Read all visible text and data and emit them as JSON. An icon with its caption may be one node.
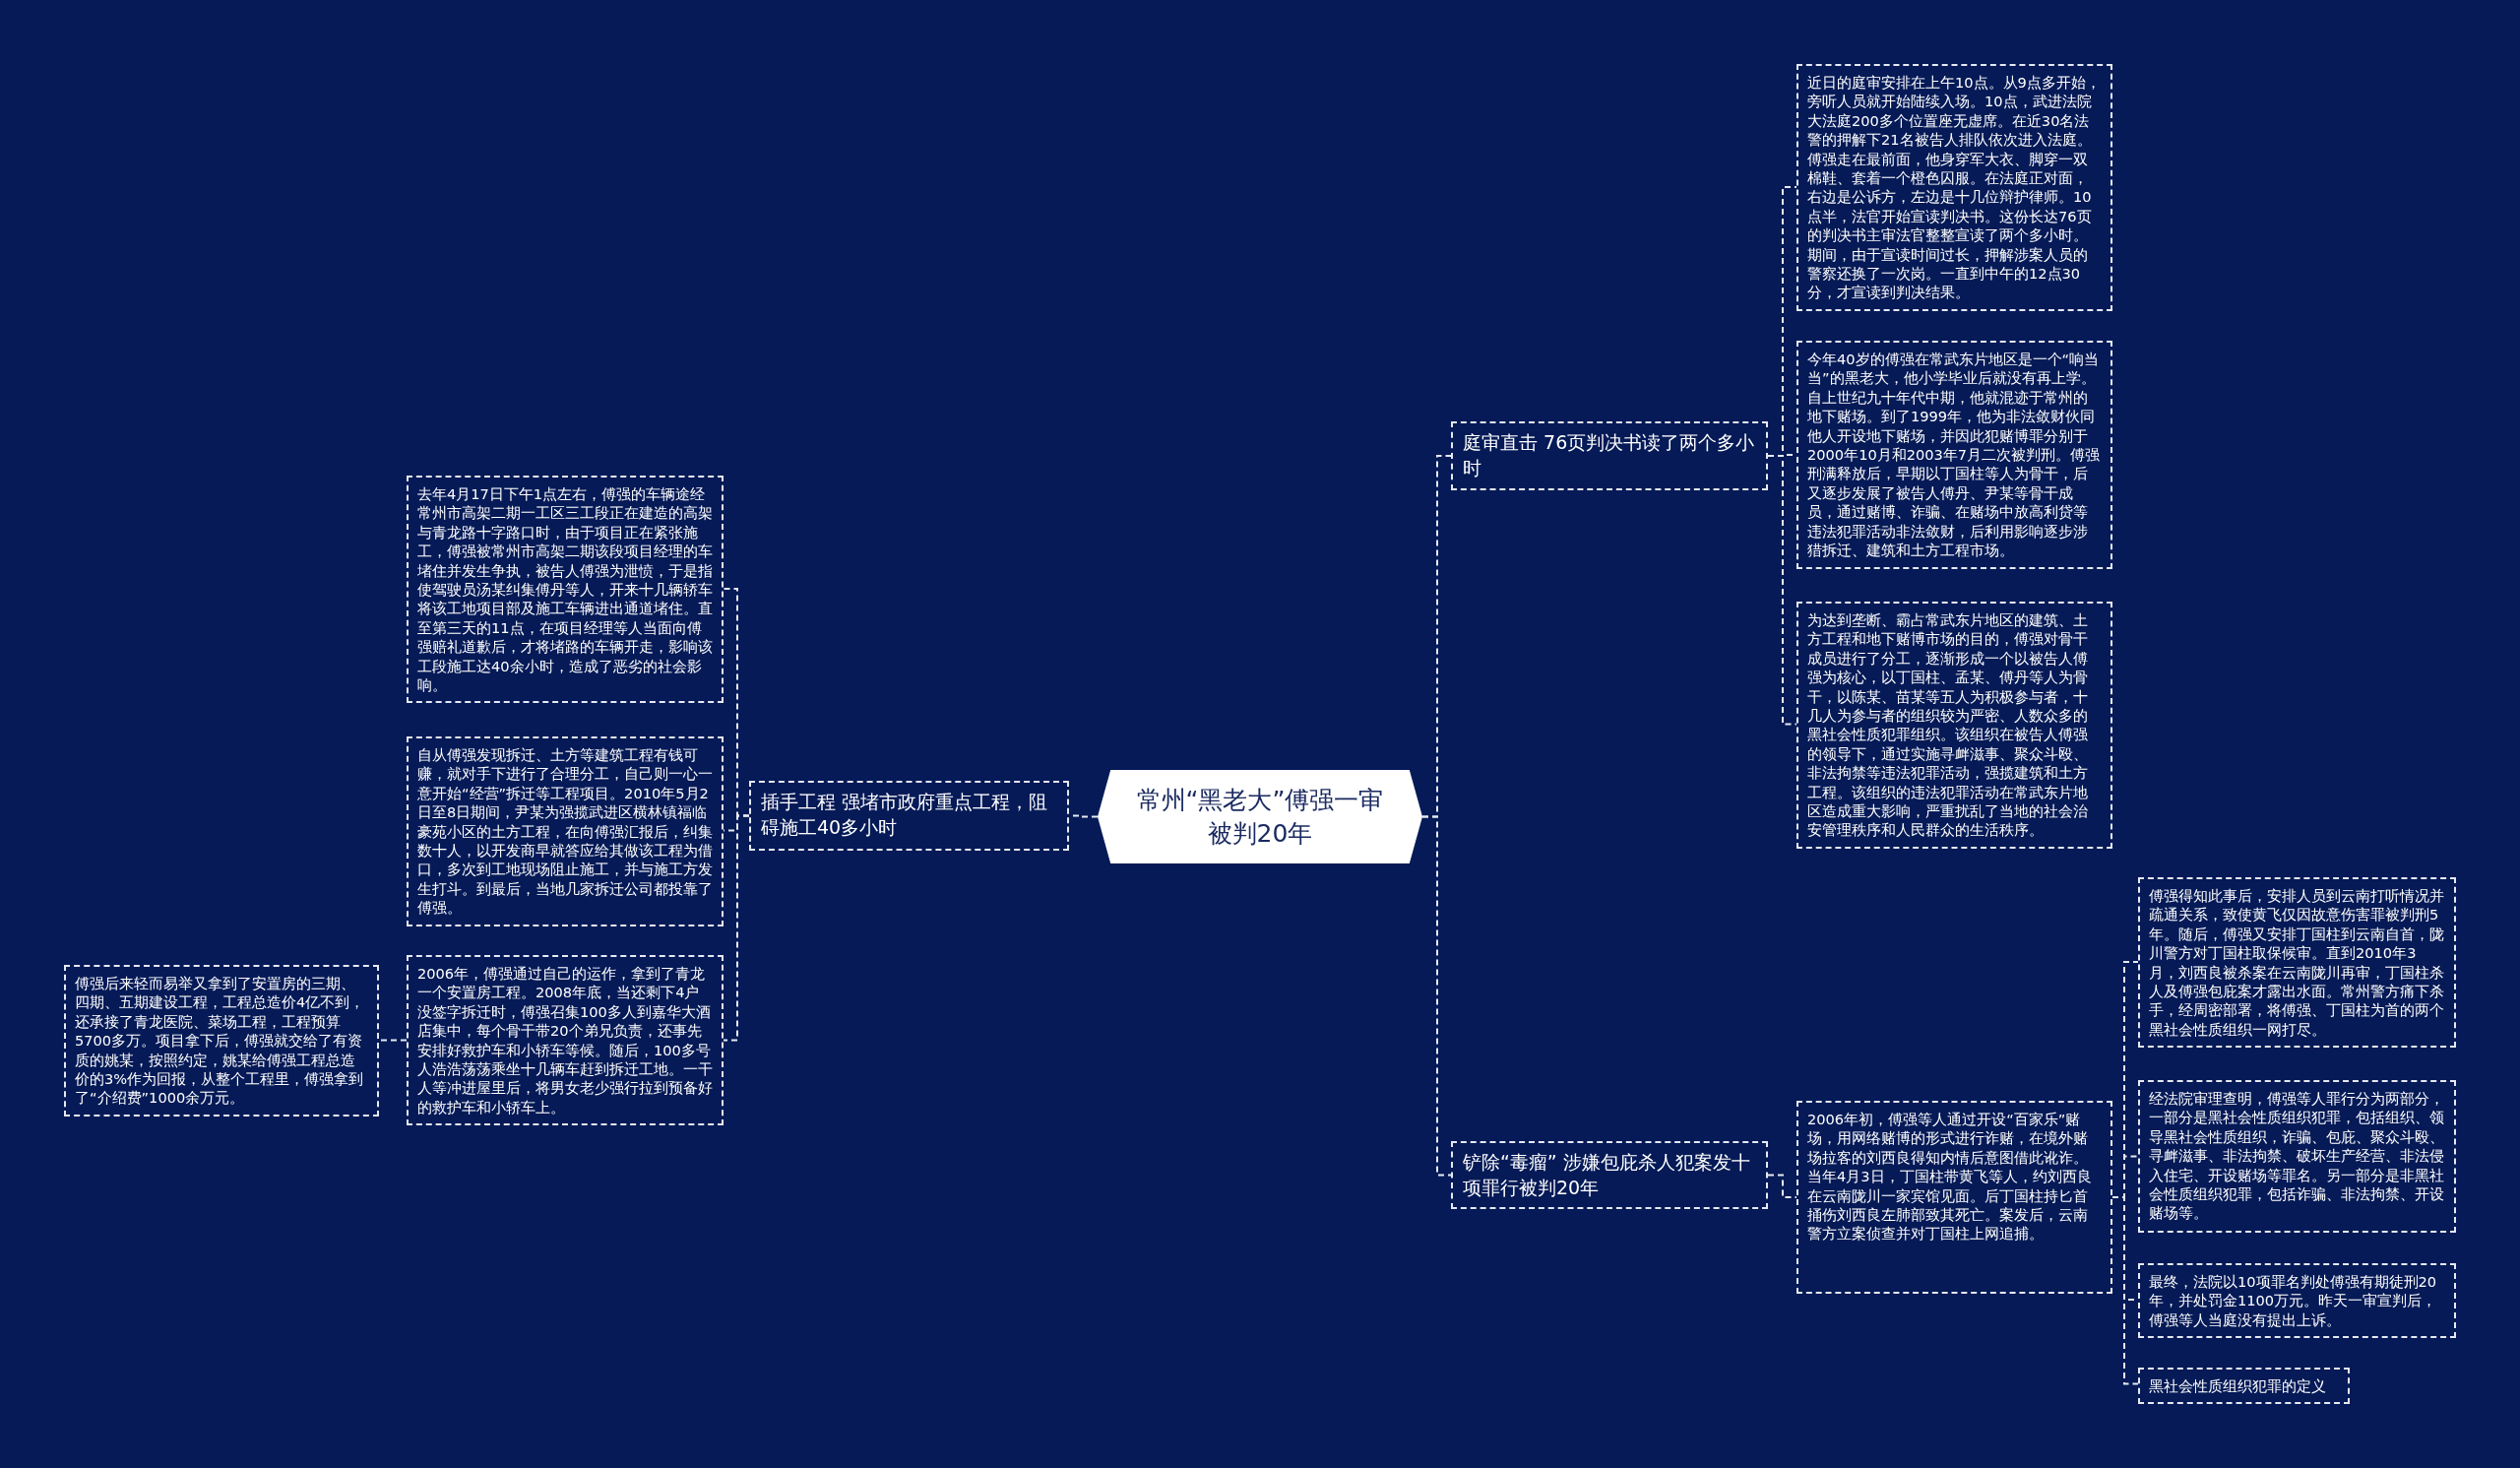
{
  "diagram": {
    "nodes": [
      {
        "text": [
          "常州“黑老大”傅强一审被判20年"
        ]
      },
      {
        "text": [
          "庭审直击 76页判决书读了两个多小时"
        ]
      },
      {
        "text": [
          "近日的庭审安排在上午10点。从9点多开始，旁听人员就开始陆续入场。10点，武进法院大法庭200多个位置座无虚席。在近30名法警的押解下21名被告人排队依次进入法庭。傅强走在最前面，他身穿军大衣、脚穿一双棉鞋、套着一个橙色囚服。在法庭正对面，右边是公诉方，左边是十几位辩护律师。10点半，法官开始宣读判决书。这份长达76页的判决书主审法官整整宣读了两个多小时。期间，由于宣读时间过长，押解涉案人员的警察还换了一次岗。一直到中午的12点30分，才宣读到判决结果。"
        ]
      },
      {
        "text": [
          "今年40岁的傅强在常武东片地区是一个“响当当”的黑老大，他小学毕业后就没有再上学。自上世纪九十年代中期，他就混迹于常州的地下赌场。到了1999年，他为非法敛财伙同他人开设地下赌场，并因此犯赌博罪分别于2000年10月和2003年7月二次被判刑。傅强刑满释放后，早期以丁国柱等人为骨干，后又逐步发展了被告人傅丹、尹某等骨干成员，通过赌博、诈骗、在赌场中放高利贷等违法犯罪活动非法敛财，后利用影响逐步涉猎拆迁、建筑和土方工程市场。"
        ]
      },
      {
        "text": [
          "为达到垄断、霸占常武东片地区的建筑、土方工程和地下赌博市场的目的，傅强对骨干成员进行了分工，逐渐形成一个以被告人傅强为核心，以丁国柱、孟某、傅丹等人为骨干，以陈某、苗某等五人为积极参与者，十几人为参与者的组织较为严密、人数众多的黑社会性质犯罪组织。该组织在被告人傅强的领导下，通过实施寻衅滋事、聚众斗殴、非法拘禁等违法犯罪活动，强揽建筑和土方工程。该组织的违法犯罪活动在常武东片地区造成重大影响，严重扰乱了当地的社会治安管理秩序和人民群众的生活秩序。"
        ]
      },
      {
        "text": [
          "铲除“毒瘤” 涉嫌包庇杀人犯案发十项罪行被判20年"
        ]
      },
      {
        "text": [
          "2006年初，傅强等人通过开设“百家乐”赌场，用网络赌博的形式进行诈赌，在境外赌场拉客的刘西良得知内情后意图借此讹诈。当年4月3日，丁国柱带黄飞等人，约刘西良在云南陇川一家宾馆见面。后丁国柱持匕首捅伤刘西良左肺部致其死亡。案发后，云南警方立案侦查并对丁国柱上网追捕。"
        ]
      },
      {
        "text": [
          "傅强得知此事后，安排人员到云南打听情况并疏通关系，致使黄飞仅因故意伤害罪被判刑5年。随后，傅强又安排丁国柱到云南自首，陇川警方对丁国柱取保候审。直到2010年3月，刘西良被杀案在云南陇川再审，丁国柱杀人及傅强包庇案才露出水面。常州警方痛下杀手，经周密部署，将傅强、丁国柱为首的两个黑社会性质组织一网打尽。"
        ]
      },
      {
        "text": [
          "经法院审理查明，傅强等人罪行分为两部分，一部分是黑社会性质组织犯罪，包括组织、领导黑社会性质组织，诈骗、包庇、聚众斗殴、寻衅滋事、非法拘禁、破坏生产经营、非法侵入住宅、开设赌场等罪名。另一部分是非黑社会性质组织犯罪，包括诈骗、非法拘禁、开设赌场等。"
        ]
      },
      {
        "text": [
          "最终，法院以10项罪名判处傅强有期徒刑20年，并处罚金1100万元。昨天一审宣判后，傅强等人当庭没有提出上诉。"
        ]
      },
      {
        "text": [
          "黑社会性质组织犯罪的定义"
        ]
      },
      {
        "text": [
          "插手工程 强堵市政府重点工程，阻碍施工40多小时"
        ]
      },
      {
        "text": [
          "去年4月17日下午1点左右，傅强的车辆途经常州市高架二期一工区三工段正在建造的高架与青龙路十字路口时，由于项目正在紧张施工，傅强被常州市高架二期该段项目经理的车堵住并发生争执，被告人傅强为泄愤，于是指使驾驶员汤某纠集傅丹等人，开来十几辆轿车将该工地项目部及施工车辆进出通道堵住。直至第三天的11点，在项目经理等人当面向傅强赔礼道歉后，才将堵路的车辆开走，影响该工段施工达40余小时，造成了恶劣的社会影响。"
        ]
      },
      {
        "text": [
          "自从傅强发现拆迁、土方等建筑工程有钱可赚，就对手下进行了合理分工，自己则一心一意开始“经营”拆迁等工程项目。2010年5月2日至8日期间，尹某为强揽武进区横林镇福临豪苑小区的土方工程，在向傅强汇报后，纠集数十人，以开发商早就答应给其做该工程为借口，多次到工地现场阻止施工，并与施工方发生打斗。到最后，当地几家拆迁公司都投靠了傅强。"
        ]
      },
      {
        "text": [
          "2006年，傅强通过自己的运作，拿到了青龙一个安置房工程。2008年底，当还剩下4户没签字拆迁时，傅强召集100多人到嘉华大酒店集中，每个骨干带20个弟兄负责，还事先安排好救护车和小轿车等候。随后，100多号人浩浩荡荡乘坐十几辆车赶到拆迁工地。一干人等冲进屋里后，将男女老少强行拉到预备好的救护车和小轿车上。"
        ]
      },
      {
        "text": [
          "傅强后来轻而易举又拿到了安置房的三期、四期、五期建设工程，工程总造价4亿不到，还承接了青龙医院、菜场工程，工程预算5700多万。项目拿下后，傅强就交给了有资质的姚某，按照约定，姚某给傅强工程总造价的3%作为回报，从整个工程里，傅强拿到了“介绍费”1000余万元。"
        ]
      }
    ],
    "edges": [
      {
        "from": 0,
        "to": 1,
        "arrow": "none"
      },
      {
        "from": 1,
        "to": 2,
        "arrow": "none"
      },
      {
        "from": 1,
        "to": 3,
        "arrow": "none"
      },
      {
        "from": 1,
        "to": 4,
        "arrow": "none"
      },
      {
        "from": 0,
        "to": 5,
        "arrow": "none"
      },
      {
        "from": 5,
        "to": 6,
        "arrow": "none"
      },
      {
        "from": 6,
        "to": 7,
        "arrow": "none"
      },
      {
        "from": 6,
        "to": 8,
        "arrow": "none"
      },
      {
        "from": 6,
        "to": 9,
        "arrow": "none"
      },
      {
        "from": 6,
        "to": 10,
        "arrow": "none"
      },
      {
        "from": 0,
        "to": 11,
        "arrow": "none"
      },
      {
        "from": 11,
        "to": 12,
        "arrow": "none"
      },
      {
        "from": 11,
        "to": 13,
        "arrow": "none"
      },
      {
        "from": 11,
        "to": 14,
        "arrow": "none"
      },
      {
        "from": 14,
        "to": 15,
        "arrow": "none"
      }
    ]
  }
}
